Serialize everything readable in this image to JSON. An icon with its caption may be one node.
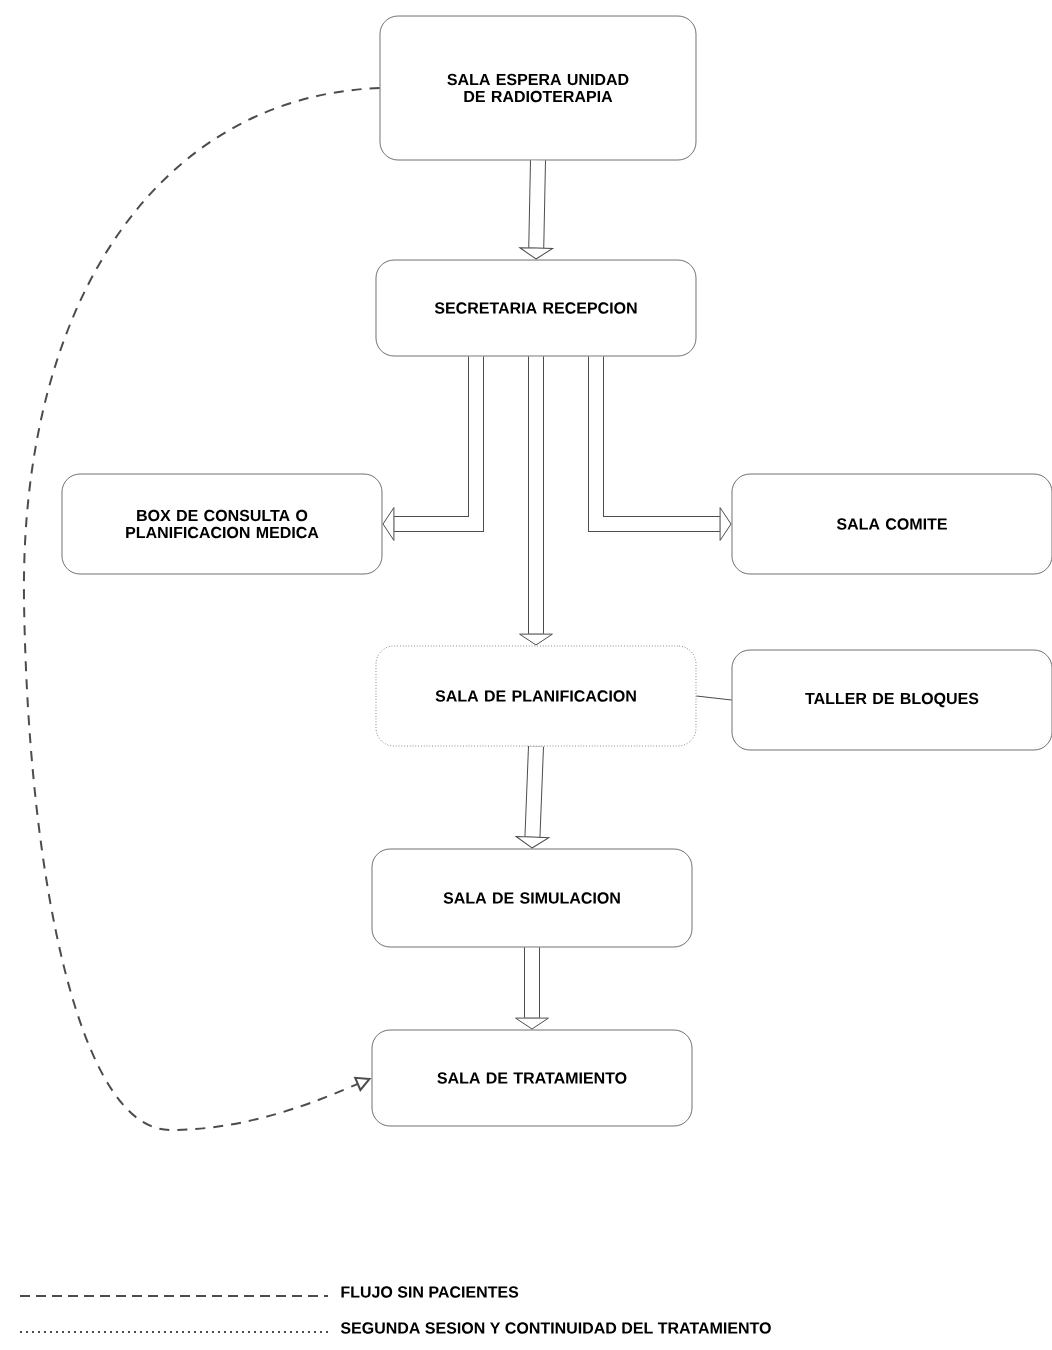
{
  "diagram": {
    "nodes": [
      {
        "text": [
          "SALA ESPERA UNIDAD DE RADIOTERAPIA"
        ]
      },
      {
        "text": [
          "SECRETARIA RECEPCION"
        ]
      },
      {
        "text": [
          "BOX DE CONSULTA O PLANIFICACION MEDICA"
        ]
      },
      {
        "text": [
          "SALA COMITE"
        ]
      },
      {
        "text": [
          "SALA DE PLANIFICACION"
        ]
      },
      {
        "text": [
          "TALLER DE BLOQUES"
        ]
      },
      {
        "text": [
          "SALA DE SIMULACION"
        ]
      },
      {
        "text": [
          "SALA DE TRATAMIENTO"
        ]
      }
    ],
    "edges": [
      {
        "from": 0,
        "to": 1,
        "arrow": "to"
      },
      {
        "from": 1,
        "to": 2,
        "arrow": "to"
      },
      {
        "from": 1,
        "to": 3,
        "arrow": "to"
      },
      {
        "from": 1,
        "to": 4,
        "arrow": "to"
      },
      {
        "from": 4,
        "to": 5,
        "arrow": "none"
      },
      {
        "from": 4,
        "to": 6,
        "arrow": "to"
      },
      {
        "from": 6,
        "to": 7,
        "arrow": "to"
      },
      {
        "from": 0,
        "to": 7,
        "arrow": "to",
        "style": "dashed"
      }
    ],
    "legend": [
      {
        "text": "FLUJO SIN PACIENTES"
      },
      {
        "text": "SEGUNDA SESION Y CONTINUIDAD DEL TRATAMIENTO"
      }
    ]
  }
}
